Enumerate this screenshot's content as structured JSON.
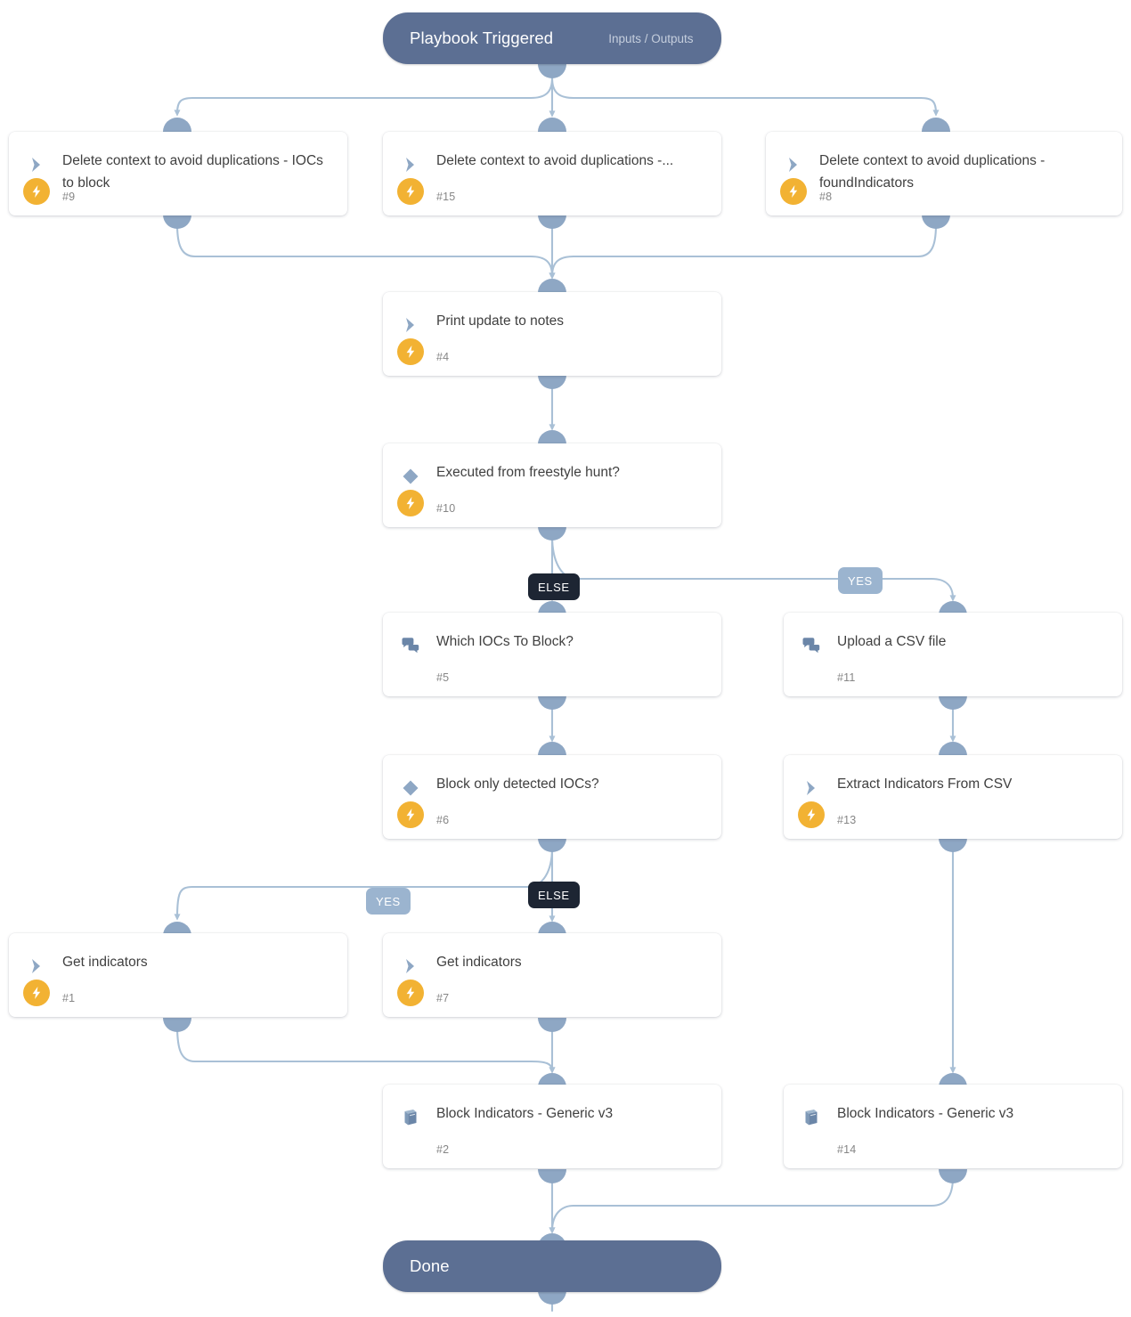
{
  "diagram": {
    "type": "playbook-flow",
    "colors": {
      "terminal": "#5c6f93",
      "port": "#8ea7c4",
      "edge": "#a9c0d6",
      "bolt": "#f2b233",
      "branch_else_bg": "#1d2533",
      "branch_yes_bg": "#9bb4cf",
      "card_bg": "#ffffff",
      "title_text": "#404040",
      "id_text": "#868686"
    },
    "start": {
      "title": "Playbook Triggered",
      "subtitle": "Inputs / Outputs"
    },
    "end": {
      "title": "Done"
    },
    "branch_labels": {
      "else": "ELSE",
      "yes": "YES"
    },
    "nodes": [
      {
        "id": "n9",
        "title": "Delete context to avoid duplications - IOCs to block",
        "ref": "#9",
        "icon": "chevron-icon",
        "bolt": true
      },
      {
        "id": "n15",
        "title": "Delete context to avoid duplications -...",
        "ref": "#15",
        "icon": "chevron-icon",
        "bolt": true
      },
      {
        "id": "n8",
        "title": "Delete context to avoid duplications - foundIndicators",
        "ref": "#8",
        "icon": "chevron-icon",
        "bolt": true
      },
      {
        "id": "n4",
        "title": "Print update to notes",
        "ref": "#4",
        "icon": "chevron-icon",
        "bolt": true
      },
      {
        "id": "n10",
        "title": "Executed from freestyle hunt?",
        "ref": "#10",
        "icon": "diamond-icon",
        "bolt": true
      },
      {
        "id": "n5",
        "title": "Which IOCs To Block?",
        "ref": "#5",
        "icon": "chat-icon",
        "bolt": false
      },
      {
        "id": "n11",
        "title": "Upload a CSV file",
        "ref": "#11",
        "icon": "chat-icon",
        "bolt": false
      },
      {
        "id": "n6",
        "title": "Block only detected IOCs?",
        "ref": "#6",
        "icon": "diamond-icon",
        "bolt": true
      },
      {
        "id": "n13",
        "title": "Extract Indicators From CSV",
        "ref": "#13",
        "icon": "chevron-icon",
        "bolt": true
      },
      {
        "id": "n1",
        "title": "Get indicators",
        "ref": "#1",
        "icon": "chevron-icon",
        "bolt": true
      },
      {
        "id": "n7",
        "title": "Get indicators",
        "ref": "#7",
        "icon": "chevron-icon",
        "bolt": true
      },
      {
        "id": "n2",
        "title": "Block Indicators - Generic v3",
        "ref": "#2",
        "icon": "book-icon",
        "bolt": false
      },
      {
        "id": "n14",
        "title": "Block Indicators - Generic v3",
        "ref": "#14",
        "icon": "book-icon",
        "bolt": false
      }
    ]
  }
}
